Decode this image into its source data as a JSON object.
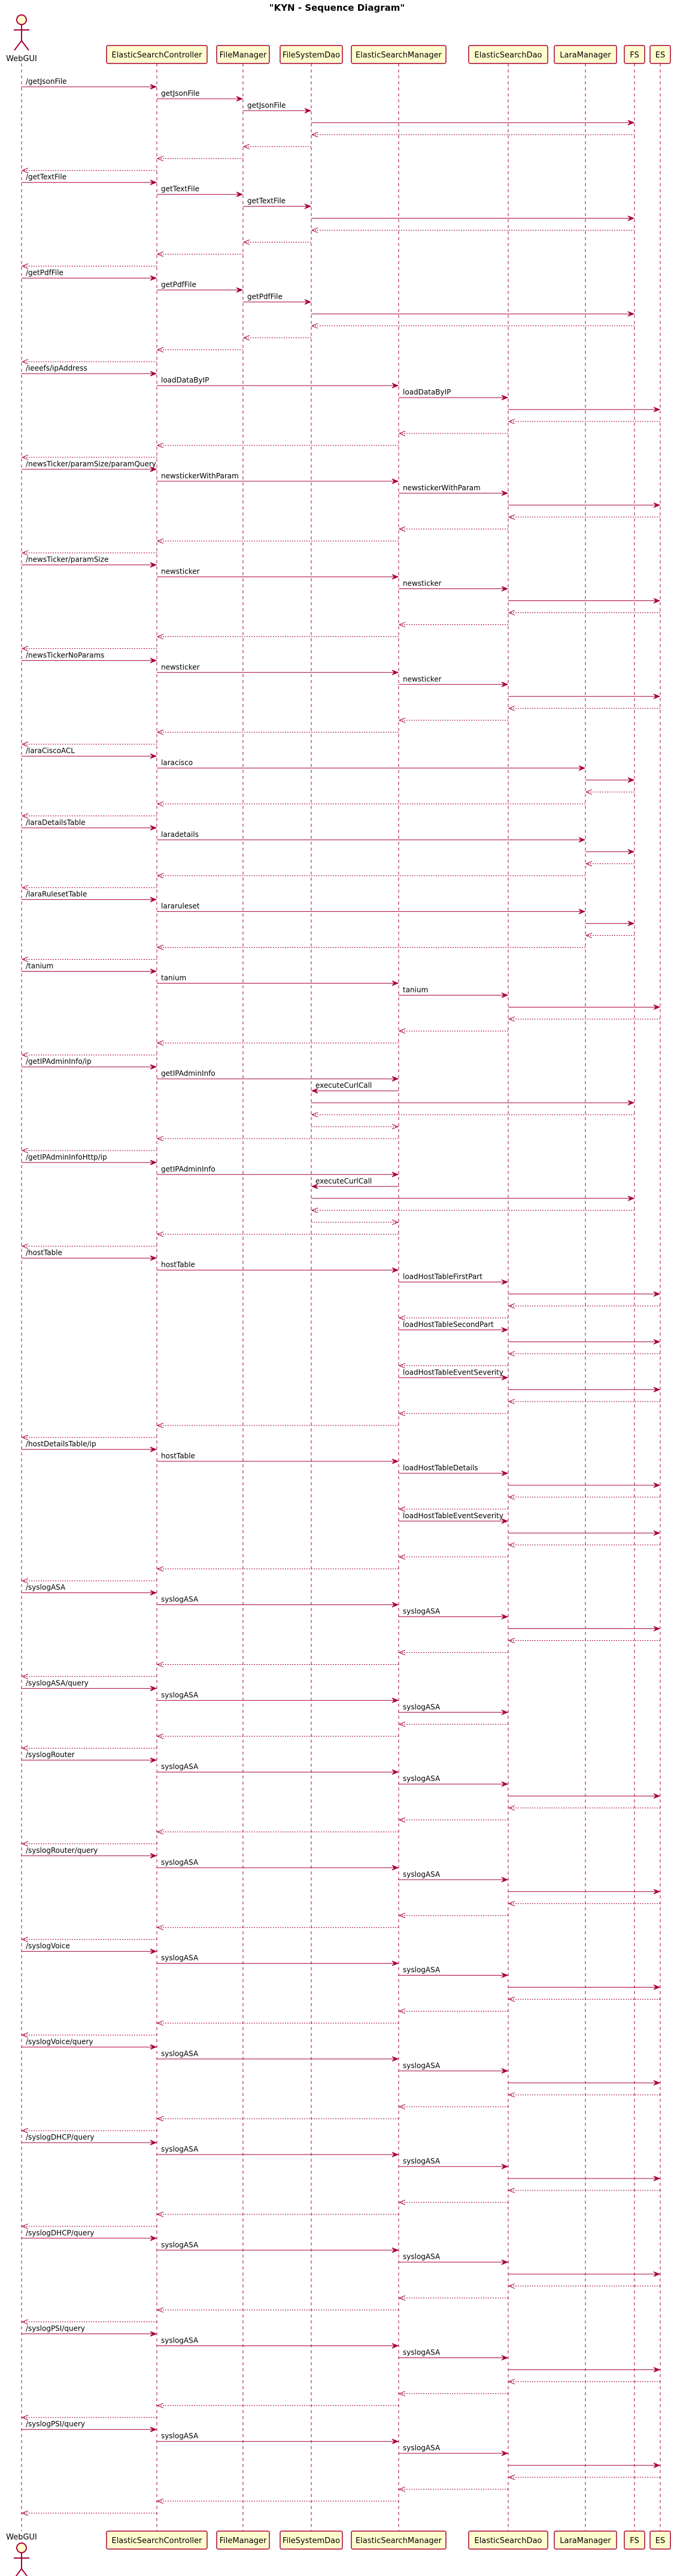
{
  "title": "\"KYN - Sequence Diagram\"",
  "colors": {
    "stroke": "#A80036",
    "box_fill": "#FEFECE"
  },
  "participants": [
    {
      "id": "webgui",
      "label": "WebGUI",
      "kind": "actor"
    },
    {
      "id": "esc",
      "label": "ElasticSearchController",
      "kind": "participant"
    },
    {
      "id": "fm",
      "label": "FileManager",
      "kind": "participant"
    },
    {
      "id": "fsd",
      "label": "FileSystemDao",
      "kind": "participant"
    },
    {
      "id": "esm",
      "label": "ElasticSearchManager",
      "kind": "participant"
    },
    {
      "id": "esd",
      "label": "ElasticSearchDao",
      "kind": "participant"
    },
    {
      "id": "lara",
      "label": "LaraManager",
      "kind": "participant"
    },
    {
      "id": "fs",
      "label": "FS",
      "kind": "participant"
    },
    {
      "id": "es",
      "label": "ES",
      "kind": "participant"
    }
  ],
  "messages": [
    {
      "from": "webgui",
      "to": "esc",
      "label": "/getJsonFile"
    },
    {
      "from": "esc",
      "to": "fm",
      "label": "getJsonFile"
    },
    {
      "from": "fm",
      "to": "fsd",
      "label": "getJsonFile"
    },
    {
      "from": "fsd",
      "to": "fs",
      "label": ""
    },
    {
      "from": "fs",
      "to": "fsd",
      "label": "",
      "ret": true
    },
    {
      "from": "fsd",
      "to": "fm",
      "label": "",
      "ret": true
    },
    {
      "from": "fm",
      "to": "esc",
      "label": "",
      "ret": true
    },
    {
      "from": "esc",
      "to": "webgui",
      "label": "",
      "ret": true
    },
    {
      "from": "webgui",
      "to": "esc",
      "label": "/getTextFile"
    },
    {
      "from": "esc",
      "to": "fm",
      "label": "getTextFile"
    },
    {
      "from": "fm",
      "to": "fsd",
      "label": "getTextFile"
    },
    {
      "from": "fsd",
      "to": "fs",
      "label": ""
    },
    {
      "from": "fs",
      "to": "fsd",
      "label": "",
      "ret": true
    },
    {
      "from": "fsd",
      "to": "fm",
      "label": "",
      "ret": true
    },
    {
      "from": "fm",
      "to": "esc",
      "label": "",
      "ret": true
    },
    {
      "from": "esc",
      "to": "webgui",
      "label": "",
      "ret": true
    },
    {
      "from": "webgui",
      "to": "esc",
      "label": "/getPdfFile"
    },
    {
      "from": "esc",
      "to": "fm",
      "label": "getPdfFile"
    },
    {
      "from": "fm",
      "to": "fsd",
      "label": "getPdfFile"
    },
    {
      "from": "fsd",
      "to": "fs",
      "label": ""
    },
    {
      "from": "fs",
      "to": "fsd",
      "label": "",
      "ret": true
    },
    {
      "from": "fsd",
      "to": "fm",
      "label": "",
      "ret": true
    },
    {
      "from": "fm",
      "to": "esc",
      "label": "",
      "ret": true
    },
    {
      "from": "esc",
      "to": "webgui",
      "label": "",
      "ret": true
    },
    {
      "from": "webgui",
      "to": "esc",
      "label": "/ieeefs/ipAddress"
    },
    {
      "from": "esc",
      "to": "esm",
      "label": "loadDataByIP"
    },
    {
      "from": "esm",
      "to": "esd",
      "label": "loadDataByIP"
    },
    {
      "from": "esd",
      "to": "es",
      "label": ""
    },
    {
      "from": "es",
      "to": "esd",
      "label": "",
      "ret": true
    },
    {
      "from": "esd",
      "to": "esm",
      "label": "",
      "ret": true
    },
    {
      "from": "esm",
      "to": "esc",
      "label": "",
      "ret": true
    },
    {
      "from": "esc",
      "to": "webgui",
      "label": "",
      "ret": true
    },
    {
      "from": "webgui",
      "to": "esc",
      "label": "/newsTicker/paramSize/paramQuery"
    },
    {
      "from": "esc",
      "to": "esm",
      "label": "newstickerWithParam"
    },
    {
      "from": "esm",
      "to": "esd",
      "label": "newstickerWithParam"
    },
    {
      "from": "esd",
      "to": "es",
      "label": ""
    },
    {
      "from": "es",
      "to": "esd",
      "label": "",
      "ret": true
    },
    {
      "from": "esd",
      "to": "esm",
      "label": "",
      "ret": true
    },
    {
      "from": "esm",
      "to": "esc",
      "label": "",
      "ret": true
    },
    {
      "from": "esc",
      "to": "webgui",
      "label": "",
      "ret": true
    },
    {
      "from": "webgui",
      "to": "esc",
      "label": "/newsTicker/paramSize"
    },
    {
      "from": "esc",
      "to": "esm",
      "label": "newsticker"
    },
    {
      "from": "esm",
      "to": "esd",
      "label": "newsticker"
    },
    {
      "from": "esd",
      "to": "es",
      "label": ""
    },
    {
      "from": "es",
      "to": "esd",
      "label": "",
      "ret": true
    },
    {
      "from": "esd",
      "to": "esm",
      "label": "",
      "ret": true
    },
    {
      "from": "esm",
      "to": "esc",
      "label": "",
      "ret": true
    },
    {
      "from": "esc",
      "to": "webgui",
      "label": "",
      "ret": true
    },
    {
      "from": "webgui",
      "to": "esc",
      "label": "/newsTickerNoParams"
    },
    {
      "from": "esc",
      "to": "esm",
      "label": "newsticker"
    },
    {
      "from": "esm",
      "to": "esd",
      "label": "newsticker"
    },
    {
      "from": "esd",
      "to": "es",
      "label": ""
    },
    {
      "from": "es",
      "to": "esd",
      "label": "",
      "ret": true
    },
    {
      "from": "esd",
      "to": "esm",
      "label": "",
      "ret": true
    },
    {
      "from": "esm",
      "to": "esc",
      "label": "",
      "ret": true
    },
    {
      "from": "esc",
      "to": "webgui",
      "label": "",
      "ret": true
    },
    {
      "from": "webgui",
      "to": "esc",
      "label": "/laraCiscoACL"
    },
    {
      "from": "esc",
      "to": "lara",
      "label": "laracisco"
    },
    {
      "from": "lara",
      "to": "fs",
      "label": ""
    },
    {
      "from": "fs",
      "to": "lara",
      "label": "",
      "ret": true
    },
    {
      "from": "lara",
      "to": "esc",
      "label": "",
      "ret": true
    },
    {
      "from": "esc",
      "to": "webgui",
      "label": "",
      "ret": true
    },
    {
      "from": "webgui",
      "to": "esc",
      "label": "/laraDetailsTable"
    },
    {
      "from": "esc",
      "to": "lara",
      "label": "laradetails"
    },
    {
      "from": "lara",
      "to": "fs",
      "label": ""
    },
    {
      "from": "fs",
      "to": "lara",
      "label": "",
      "ret": true
    },
    {
      "from": "lara",
      "to": "esc",
      "label": "",
      "ret": true
    },
    {
      "from": "esc",
      "to": "webgui",
      "label": "",
      "ret": true
    },
    {
      "from": "webgui",
      "to": "esc",
      "label": "/laraRulesetTable"
    },
    {
      "from": "esc",
      "to": "lara",
      "label": "lararuleset"
    },
    {
      "from": "lara",
      "to": "fs",
      "label": ""
    },
    {
      "from": "fs",
      "to": "lara",
      "label": "",
      "ret": true
    },
    {
      "from": "lara",
      "to": "esc",
      "label": "",
      "ret": true
    },
    {
      "from": "esc",
      "to": "webgui",
      "label": "",
      "ret": true
    },
    {
      "from": "webgui",
      "to": "esc",
      "label": "/tanium"
    },
    {
      "from": "esc",
      "to": "esm",
      "label": "tanium"
    },
    {
      "from": "esm",
      "to": "esd",
      "label": "tanium"
    },
    {
      "from": "esd",
      "to": "es",
      "label": ""
    },
    {
      "from": "es",
      "to": "esd",
      "label": "",
      "ret": true
    },
    {
      "from": "esd",
      "to": "esm",
      "label": "",
      "ret": true
    },
    {
      "from": "esm",
      "to": "esc",
      "label": "",
      "ret": true
    },
    {
      "from": "esc",
      "to": "webgui",
      "label": "",
      "ret": true
    },
    {
      "from": "webgui",
      "to": "esc",
      "label": "/getIPAdminInfo/ip"
    },
    {
      "from": "esc",
      "to": "esm",
      "label": "getIPAdminInfo"
    },
    {
      "from": "esm",
      "to": "fsd",
      "label": "executeCurlCall"
    },
    {
      "from": "fsd",
      "to": "fs",
      "label": ""
    },
    {
      "from": "fs",
      "to": "fsd",
      "label": "",
      "ret": true
    },
    {
      "from": "fsd",
      "to": "esm",
      "label": "",
      "ret": true
    },
    {
      "from": "esm",
      "to": "esc",
      "label": "",
      "ret": true
    },
    {
      "from": "esc",
      "to": "webgui",
      "label": "",
      "ret": true
    },
    {
      "from": "webgui",
      "to": "esc",
      "label": "/getIPAdminInfoHttp/ip"
    },
    {
      "from": "esc",
      "to": "esm",
      "label": "getIPAdminInfo"
    },
    {
      "from": "esm",
      "to": "fsd",
      "label": "executeCurlCall"
    },
    {
      "from": "fsd",
      "to": "fs",
      "label": ""
    },
    {
      "from": "fs",
      "to": "fsd",
      "label": "",
      "ret": true
    },
    {
      "from": "fsd",
      "to": "esm",
      "label": "",
      "ret": true
    },
    {
      "from": "esm",
      "to": "esc",
      "label": "",
      "ret": true
    },
    {
      "from": "esc",
      "to": "webgui",
      "label": "",
      "ret": true
    },
    {
      "from": "webgui",
      "to": "esc",
      "label": "/hostTable"
    },
    {
      "from": "esc",
      "to": "esm",
      "label": "hostTable"
    },
    {
      "from": "esm",
      "to": "esd",
      "label": "loadHostTableFirstPart"
    },
    {
      "from": "esd",
      "to": "es",
      "label": ""
    },
    {
      "from": "es",
      "to": "esd",
      "label": "",
      "ret": true
    },
    {
      "from": "esd",
      "to": "esm",
      "label": "",
      "ret": true
    },
    {
      "from": "esm",
      "to": "esd",
      "label": "loadHostTableSecondPart"
    },
    {
      "from": "esd",
      "to": "es",
      "label": ""
    },
    {
      "from": "es",
      "to": "esd",
      "label": "",
      "ret": true
    },
    {
      "from": "esd",
      "to": "esm",
      "label": "",
      "ret": true
    },
    {
      "from": "esm",
      "to": "esd",
      "label": "loadHostTableEventSeverity"
    },
    {
      "from": "esd",
      "to": "es",
      "label": ""
    },
    {
      "from": "es",
      "to": "esd",
      "label": "",
      "ret": true
    },
    {
      "from": "esd",
      "to": "esm",
      "label": "",
      "ret": true
    },
    {
      "from": "esm",
      "to": "esc",
      "label": "",
      "ret": true
    },
    {
      "from": "esc",
      "to": "webgui",
      "label": "",
      "ret": true
    },
    {
      "from": "webgui",
      "to": "esc",
      "label": "/hostDetailsTable/ip"
    },
    {
      "from": "esc",
      "to": "esm",
      "label": "hostTable"
    },
    {
      "from": "esm",
      "to": "esd",
      "label": "loadHostTableDetails"
    },
    {
      "from": "esd",
      "to": "es",
      "label": ""
    },
    {
      "from": "es",
      "to": "esd",
      "label": "",
      "ret": true
    },
    {
      "from": "esd",
      "to": "esm",
      "label": "",
      "ret": true
    },
    {
      "from": "esm",
      "to": "esd",
      "label": "loadHostTableEventSeverity"
    },
    {
      "from": "esd",
      "to": "es",
      "label": ""
    },
    {
      "from": "es",
      "to": "esd",
      "label": "",
      "ret": true
    },
    {
      "from": "esd",
      "to": "esm",
      "label": "",
      "ret": true
    },
    {
      "from": "esm",
      "to": "esc",
      "label": "",
      "ret": true
    },
    {
      "from": "esc",
      "to": "webgui",
      "label": "",
      "ret": true
    },
    {
      "from": "webgui",
      "to": "esc",
      "label": "/syslogASA"
    },
    {
      "from": "esc",
      "to": "esm",
      "label": "syslogASA"
    },
    {
      "from": "esm",
      "to": "esd",
      "label": "syslogASA"
    },
    {
      "from": "esd",
      "to": "es",
      "label": ""
    },
    {
      "from": "es",
      "to": "esd",
      "label": "",
      "ret": true
    },
    {
      "from": "esd",
      "to": "esm",
      "label": "",
      "ret": true
    },
    {
      "from": "esm",
      "to": "esc",
      "label": "",
      "ret": true
    },
    {
      "from": "esc",
      "to": "webgui",
      "label": "",
      "ret": true
    },
    {
      "from": "webgui",
      "to": "esc",
      "label": "/syslogASA/query"
    },
    {
      "from": "esc",
      "to": "esm",
      "label": "syslogASA"
    },
    {
      "from": "esm",
      "to": "esd",
      "label": "syslogASA"
    },
    {
      "from": "esd",
      "to": "esm",
      "label": "",
      "ret": true
    },
    {
      "from": "esm",
      "to": "esc",
      "label": "",
      "ret": true
    },
    {
      "from": "esc",
      "to": "webgui",
      "label": "",
      "ret": true
    },
    {
      "from": "webgui",
      "to": "esc",
      "label": "/syslogRouter"
    },
    {
      "from": "esc",
      "to": "esm",
      "label": "syslogASA"
    },
    {
      "from": "esm",
      "to": "esd",
      "label": "syslogASA"
    },
    {
      "from": "esd",
      "to": "es",
      "label": ""
    },
    {
      "from": "es",
      "to": "esd",
      "label": "",
      "ret": true
    },
    {
      "from": "esd",
      "to": "esm",
      "label": "",
      "ret": true
    },
    {
      "from": "esm",
      "to": "esc",
      "label": "",
      "ret": true
    },
    {
      "from": "esc",
      "to": "webgui",
      "label": "",
      "ret": true
    },
    {
      "from": "webgui",
      "to": "esc",
      "label": "/syslogRouter/query"
    },
    {
      "from": "esc",
      "to": "esm",
      "label": "syslogASA"
    },
    {
      "from": "esm",
      "to": "esd",
      "label": "syslogASA"
    },
    {
      "from": "esd",
      "to": "es",
      "label": ""
    },
    {
      "from": "es",
      "to": "esd",
      "label": "",
      "ret": true
    },
    {
      "from": "esd",
      "to": "esm",
      "label": "",
      "ret": true
    },
    {
      "from": "esm",
      "to": "esc",
      "label": "",
      "ret": true
    },
    {
      "from": "esc",
      "to": "webgui",
      "label": "",
      "ret": true
    },
    {
      "from": "webgui",
      "to": "esc",
      "label": "/syslogVoice"
    },
    {
      "from": "esc",
      "to": "esm",
      "label": "syslogASA"
    },
    {
      "from": "esm",
      "to": "esd",
      "label": "syslogASA"
    },
    {
      "from": "esd",
      "to": "es",
      "label": ""
    },
    {
      "from": "es",
      "to": "esd",
      "label": "",
      "ret": true
    },
    {
      "from": "esd",
      "to": "esm",
      "label": "",
      "ret": true
    },
    {
      "from": "esm",
      "to": "esc",
      "label": "",
      "ret": true
    },
    {
      "from": "esc",
      "to": "webgui",
      "label": "",
      "ret": true
    },
    {
      "from": "webgui",
      "to": "esc",
      "label": "/syslogVoice/query"
    },
    {
      "from": "esc",
      "to": "esm",
      "label": "syslogASA"
    },
    {
      "from": "esm",
      "to": "esd",
      "label": "syslogASA"
    },
    {
      "from": "esd",
      "to": "es",
      "label": ""
    },
    {
      "from": "es",
      "to": "esd",
      "label": "",
      "ret": true
    },
    {
      "from": "esd",
      "to": "esm",
      "label": "",
      "ret": true
    },
    {
      "from": "esm",
      "to": "esc",
      "label": "",
      "ret": true
    },
    {
      "from": "esc",
      "to": "webgui",
      "label": "",
      "ret": true
    },
    {
      "from": "webgui",
      "to": "esc",
      "label": "/syslogDHCP/query"
    },
    {
      "from": "esc",
      "to": "esm",
      "label": "syslogASA"
    },
    {
      "from": "esm",
      "to": "esd",
      "label": "syslogASA"
    },
    {
      "from": "esd",
      "to": "es",
      "label": ""
    },
    {
      "from": "es",
      "to": "esd",
      "label": "",
      "ret": true
    },
    {
      "from": "esd",
      "to": "esm",
      "label": "",
      "ret": true
    },
    {
      "from": "esm",
      "to": "esc",
      "label": "",
      "ret": true
    },
    {
      "from": "esc",
      "to": "webgui",
      "label": "",
      "ret": true
    },
    {
      "from": "webgui",
      "to": "esc",
      "label": "/syslogDHCP/query"
    },
    {
      "from": "esc",
      "to": "esm",
      "label": "syslogASA"
    },
    {
      "from": "esm",
      "to": "esd",
      "label": "syslogASA"
    },
    {
      "from": "esd",
      "to": "es",
      "label": ""
    },
    {
      "from": "es",
      "to": "esd",
      "label": "",
      "ret": true
    },
    {
      "from": "esd",
      "to": "esm",
      "label": "",
      "ret": true
    },
    {
      "from": "esm",
      "to": "esc",
      "label": "",
      "ret": true
    },
    {
      "from": "esc",
      "to": "webgui",
      "label": "",
      "ret": true
    },
    {
      "from": "webgui",
      "to": "esc",
      "label": "/syslogPSI/query"
    },
    {
      "from": "esc",
      "to": "esm",
      "label": "syslogASA"
    },
    {
      "from": "esm",
      "to": "esd",
      "label": "syslogASA"
    },
    {
      "from": "esd",
      "to": "es",
      "label": ""
    },
    {
      "from": "es",
      "to": "esd",
      "label": "",
      "ret": true
    },
    {
      "from": "esd",
      "to": "esm",
      "label": "",
      "ret": true
    },
    {
      "from": "esm",
      "to": "esc",
      "label": "",
      "ret": true
    },
    {
      "from": "esc",
      "to": "webgui",
      "label": "",
      "ret": true
    },
    {
      "from": "webgui",
      "to": "esc",
      "label": "/syslogPSI/query"
    },
    {
      "from": "esc",
      "to": "esm",
      "label": "syslogASA"
    },
    {
      "from": "esm",
      "to": "esd",
      "label": "syslogASA"
    },
    {
      "from": "esd",
      "to": "es",
      "label": ""
    },
    {
      "from": "es",
      "to": "esd",
      "label": "",
      "ret": true
    },
    {
      "from": "esd",
      "to": "esm",
      "label": "",
      "ret": true
    },
    {
      "from": "esm",
      "to": "esc",
      "label": "",
      "ret": true
    },
    {
      "from": "esc",
      "to": "webgui",
      "label": "",
      "ret": true
    }
  ]
}
